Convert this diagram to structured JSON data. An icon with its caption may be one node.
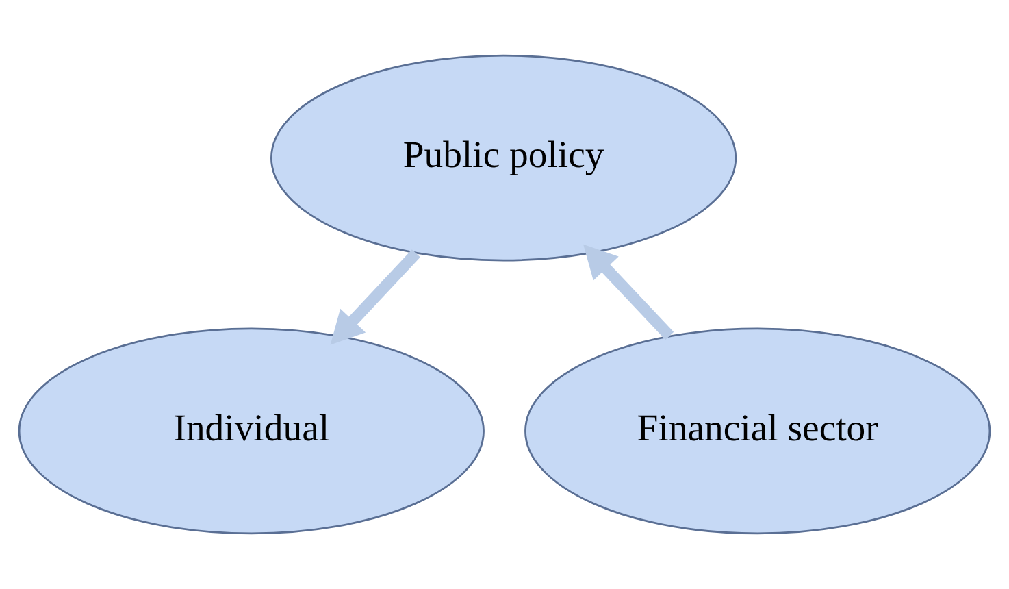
{
  "diagram": {
    "nodes": [
      {
        "text": [
          "Public policy"
        ]
      },
      {
        "text": [
          "Financial sector"
        ]
      },
      {
        "text": [
          "Individual"
        ]
      }
    ],
    "edges": [
      {
        "from": 1,
        "to": 0,
        "arrow": "to"
      },
      {
        "from": 0,
        "to": 2,
        "arrow": "to"
      }
    ]
  }
}
